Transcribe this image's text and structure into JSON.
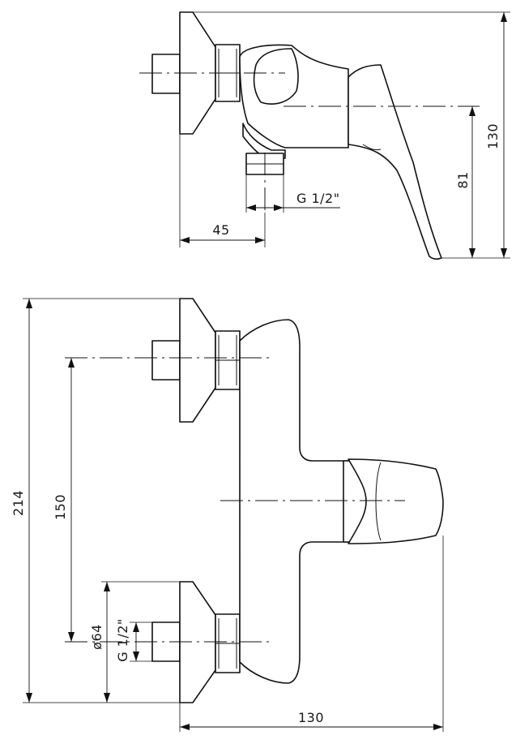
{
  "dimensions": {
    "top_width": "45",
    "top_thread": "G 1/2\"",
    "top_height_81": "81",
    "top_height_130": "130",
    "front_height": "214",
    "front_center": "150",
    "front_diameter": "ø64",
    "front_thread": "G 1/2\"",
    "front_width": "130"
  }
}
